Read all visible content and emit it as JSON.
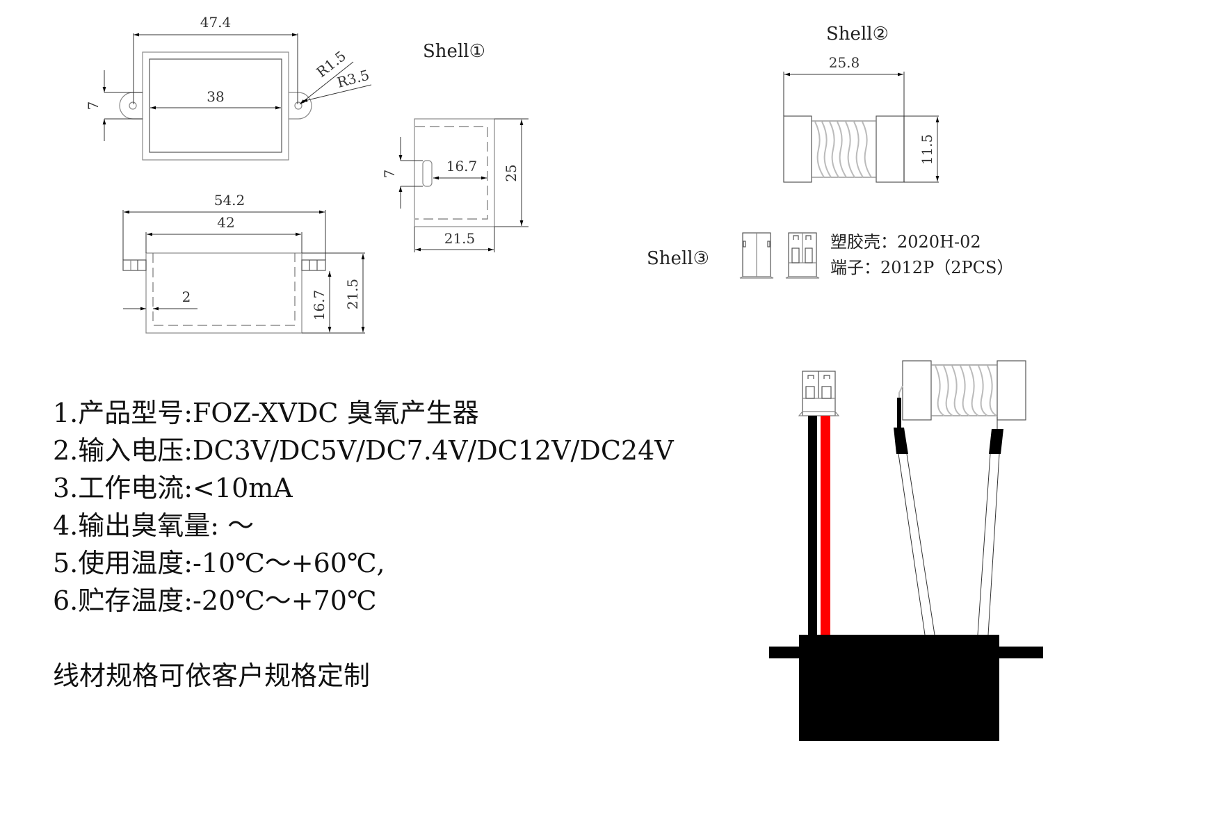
{
  "shell1": {
    "label": "Shell①",
    "top_view": {
      "overall_width": "47.4",
      "inner_width": "38",
      "lug_height": "7",
      "hole_radius": "R1.5",
      "lug_radius": "R3.5"
    },
    "side_view": {
      "slot_height": "7",
      "inner_depth": "16.7",
      "height": "25",
      "width": "21.5"
    },
    "front_view": {
      "overall_width": "54.2",
      "body_width": "42",
      "wall": "2",
      "inner_height": "16.7",
      "height": "21.5"
    }
  },
  "shell2": {
    "label": "Shell②",
    "length": "25.8",
    "diameter": "11.5"
  },
  "shell3": {
    "label": "Shell③",
    "housing": "塑胶壳：2020H-02",
    "terminal": "端子：2012P（2PCS）"
  },
  "specs": [
    "1.产品型号:FOZ-XVDC 臭氧产生器",
    "2.输入电压:DC3V/DC5V/DC7.4V/DC12V/DC24V",
    "3.工作电流:<10mA",
    "4.输出臭氧量: ～",
    "5.使用温度:-10℃～+60℃,",
    "6.贮存温度:-20℃～+70℃"
  ],
  "note": "线材规格可依客户规格定制",
  "colors": {
    "wire_black": "#000000",
    "wire_red": "#ff0000",
    "module_body": "#000000"
  }
}
